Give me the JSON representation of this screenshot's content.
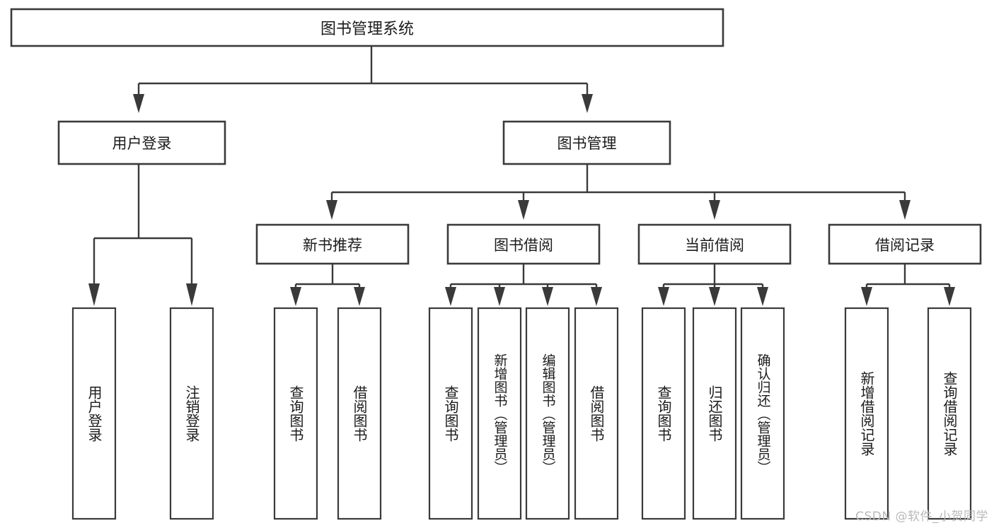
{
  "diagram": {
    "type": "tree-hierarchy",
    "title": "图书管理系统",
    "orientation": "top-down",
    "watermark": "CSDN @软件_小贺同学",
    "colors": {
      "stroke": "#3a3a3a",
      "fill": "#ffffff",
      "text": "#1b1b1b",
      "watermark": "#b9b9b9"
    },
    "root": {
      "id": "root",
      "label": "图书管理系统"
    },
    "level2": [
      {
        "id": "user-login",
        "label": "用户登录"
      },
      {
        "id": "book-manage",
        "label": "图书管理"
      }
    ],
    "level3": [
      {
        "id": "new-book-rec",
        "label": "新书推荐",
        "parent": "book-manage"
      },
      {
        "id": "book-borrow",
        "label": "图书借阅",
        "parent": "book-manage"
      },
      {
        "id": "current-borrow",
        "label": "当前借阅",
        "parent": "book-manage"
      },
      {
        "id": "borrow-record",
        "label": "借阅记录",
        "parent": "book-manage"
      }
    ],
    "leaves": [
      {
        "id": "leaf-user-login",
        "label": "用户登录",
        "parent": "user-login"
      },
      {
        "id": "leaf-logout",
        "label": "注销登录",
        "parent": "user-login"
      },
      {
        "id": "leaf-query-book-1",
        "label": "查询图书",
        "parent": "new-book-rec"
      },
      {
        "id": "leaf-borrow-book-1",
        "label": "借阅图书",
        "parent": "new-book-rec"
      },
      {
        "id": "leaf-query-book-2",
        "label": "查询图书",
        "parent": "book-borrow"
      },
      {
        "id": "leaf-add-book",
        "label": "新增图书（管理员）",
        "parent": "book-borrow"
      },
      {
        "id": "leaf-edit-book",
        "label": "编辑图书（管理员）",
        "parent": "book-borrow"
      },
      {
        "id": "leaf-borrow-book-2",
        "label": "借阅图书",
        "parent": "book-borrow"
      },
      {
        "id": "leaf-query-book-3",
        "label": "查询图书",
        "parent": "current-borrow"
      },
      {
        "id": "leaf-return-book",
        "label": "归还图书",
        "parent": "current-borrow"
      },
      {
        "id": "leaf-confirm-return",
        "label": "确认归还（管理员）",
        "parent": "current-borrow"
      },
      {
        "id": "leaf-add-record",
        "label": "新增借阅记录",
        "parent": "borrow-record"
      },
      {
        "id": "leaf-query-record",
        "label": "查询借阅记录",
        "parent": "borrow-record"
      }
    ]
  }
}
